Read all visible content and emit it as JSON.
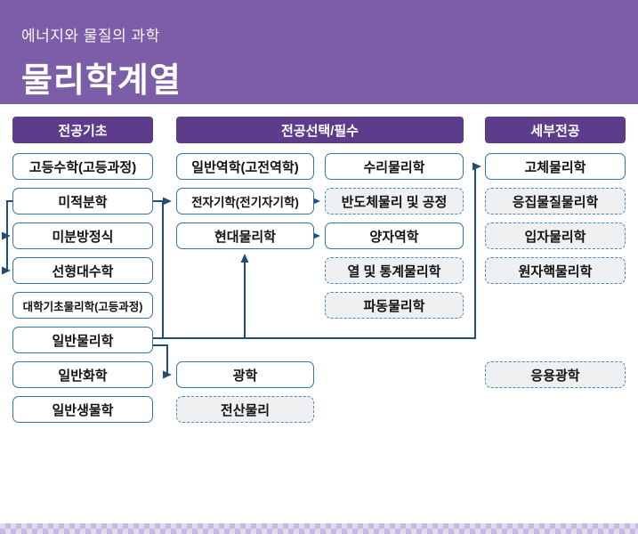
{
  "header": {
    "subtitle": "에너지와 물질의 과학",
    "title": "물리학계열"
  },
  "column_headers": [
    {
      "id": "major-foundation",
      "label": "전공기초"
    },
    {
      "id": "major-elective-required",
      "label": "전공선택/필수"
    },
    {
      "id": "specialized-major",
      "label": "세부전공"
    }
  ],
  "boxes": [
    {
      "id": "highschool-math",
      "label": "고등수학(고등과정)",
      "col": "c1",
      "row": 1,
      "style": "solid"
    },
    {
      "id": "calculus",
      "label": "미적분학",
      "col": "c1",
      "row": 2,
      "style": "solid"
    },
    {
      "id": "differential-equations",
      "label": "미분방정식",
      "col": "c1",
      "row": 3,
      "style": "solid"
    },
    {
      "id": "linear-algebra",
      "label": "선형대수학",
      "col": "c1",
      "row": 4,
      "style": "solid"
    },
    {
      "id": "univ-basic-physics",
      "label": "대학기초물리학(고등과정)",
      "col": "c1",
      "row": 5,
      "style": "solid"
    },
    {
      "id": "general-physics",
      "label": "일반물리학",
      "col": "c1",
      "row": 6,
      "style": "solid"
    },
    {
      "id": "general-chemistry",
      "label": "일반화학",
      "col": "c1",
      "row": 7,
      "style": "solid"
    },
    {
      "id": "general-biology",
      "label": "일반생물학",
      "col": "c1",
      "row": 8,
      "style": "solid"
    },
    {
      "id": "general-mechanics",
      "label": "일반역학(고전역학)",
      "col": "c2a",
      "row": 1,
      "style": "solid"
    },
    {
      "id": "electromagnetics",
      "label": "전자기학(전기자기학)",
      "col": "c2a",
      "row": 2,
      "style": "solid"
    },
    {
      "id": "modern-physics",
      "label": "현대물리학",
      "col": "c2a",
      "row": 3,
      "style": "solid"
    },
    {
      "id": "optics",
      "label": "광학",
      "col": "c2a",
      "row": 7,
      "style": "solid"
    },
    {
      "id": "computational-physics",
      "label": "전산물리",
      "col": "c2a",
      "row": 8,
      "style": "dashed"
    },
    {
      "id": "mathematical-physics",
      "label": "수리물리학",
      "col": "c2b",
      "row": 1,
      "style": "solid"
    },
    {
      "id": "semiconductor-physics",
      "label": "반도체물리 및 공정",
      "col": "c2b",
      "row": 2,
      "style": "dashed"
    },
    {
      "id": "quantum-mechanics",
      "label": "양자역학",
      "col": "c2b",
      "row": 3,
      "style": "solid"
    },
    {
      "id": "thermal-statistical-physics",
      "label": "열 및 통계물리학",
      "col": "c2b",
      "row": 4,
      "style": "dashed"
    },
    {
      "id": "wave-physics",
      "label": "파동물리학",
      "col": "c2b",
      "row": 5,
      "style": "dashed"
    },
    {
      "id": "solid-state-physics",
      "label": "고체물리학",
      "col": "c3",
      "row": 1,
      "style": "solid"
    },
    {
      "id": "condensed-matter-physics",
      "label": "응집물질물리학",
      "col": "c3",
      "row": 2,
      "style": "dashed"
    },
    {
      "id": "particle-physics",
      "label": "입자물리학",
      "col": "c3",
      "row": 3,
      "style": "dashed"
    },
    {
      "id": "nuclear-physics",
      "label": "원자핵물리학",
      "col": "c3",
      "row": 4,
      "style": "dashed"
    },
    {
      "id": "applied-optics",
      "label": "응용광학",
      "col": "c3",
      "row": 7,
      "style": "dashed"
    }
  ],
  "connections": [
    {
      "from": "calculus",
      "to": "differential-equations"
    },
    {
      "from": "calculus",
      "to": "linear-algebra"
    },
    {
      "from": "calculus",
      "to": "electromagnetics"
    },
    {
      "from": "general-physics",
      "to": "electromagnetics"
    },
    {
      "from": "general-physics",
      "to": "modern-physics"
    },
    {
      "from": "general-physics",
      "to": "solid-state-physics"
    },
    {
      "from": "general-physics",
      "to": "optics"
    },
    {
      "from": "electromagnetics",
      "to": "semiconductor-physics"
    },
    {
      "from": "modern-physics",
      "to": "quantum-mechanics"
    }
  ],
  "colors": {
    "banner_purple": "#7b5ea7",
    "column_header_purple": "#5d3c8c",
    "box_border_blue": "#2f76a5",
    "dashed_border_blue": "#4f87ba",
    "dashed_fill_gray": "#eef0f2",
    "connector_navy": "#1f4e79",
    "footer_checker_dark": "#c6bade",
    "footer_checker_light": "#e0daee"
  }
}
